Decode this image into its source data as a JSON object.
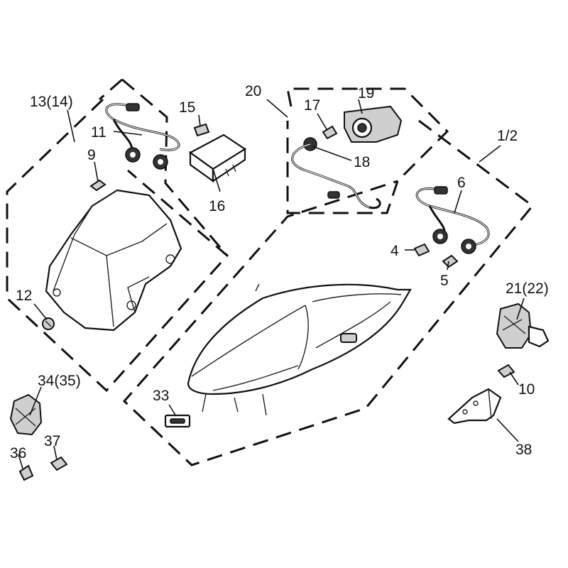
{
  "callouts": {
    "c1": "1/2",
    "c4": "4",
    "c5": "5",
    "c6": "6",
    "c9": "9",
    "c10": "10",
    "c11": "11",
    "c12": "12",
    "c13": "13(14)",
    "c15": "15",
    "c16": "16",
    "c17": "17",
    "c18": "18",
    "c19": "19",
    "c20": "20",
    "c21": "21(22)",
    "c33": "33",
    "c34": "34(35)",
    "c36": "36",
    "c37": "37",
    "c38": "38"
  }
}
